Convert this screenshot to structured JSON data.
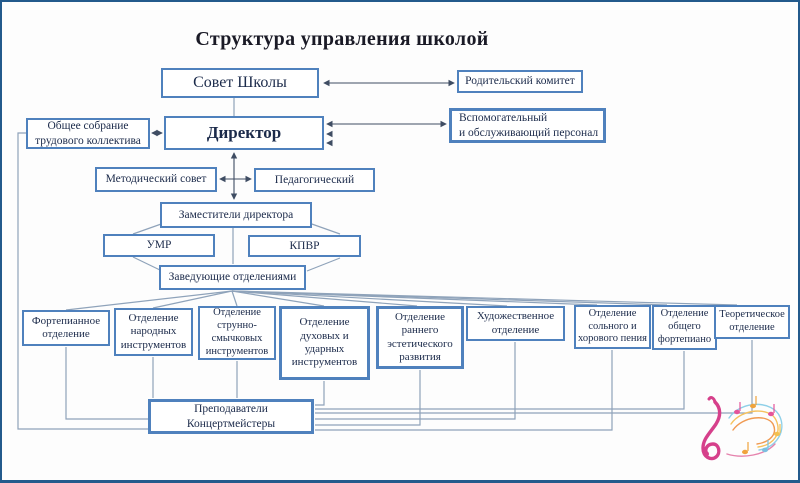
{
  "title": "Структура управления школой",
  "org": {
    "council": "Совет Школы",
    "parent_committee": "Родительский комитет",
    "general_assembly": "Общее собрание\nтрудового коллектива",
    "director": "Директор",
    "support_staff": "Вспомогательный\nи обслуживающий персонал",
    "methodical_council": "Методический совет",
    "pedagogical_council": "Педагогический",
    "deputy_directors": "Заместители директора",
    "umr": "УМР",
    "kpvr": "КПВР",
    "department_heads": "Заведующие отделениями",
    "teachers": "Преподаватели\nКонцертмейстеры"
  },
  "departments": [
    "Фортепианное\nотделение",
    "Отделение\nнародных\nинструментов",
    "Отделение\nструнно-\nсмычковых\nинструментов",
    "Отделение\nдуховых и\nударных\nинструментов",
    "Отделение\nраннего\nэстетического\nразвития",
    "Художественное\nотделение",
    "Отделение\nсольного и\nхорового пения",
    "Отделение\nобщего\nфортепиано",
    "Теоретическое\nотделение"
  ],
  "colors": {
    "box_border": "#4f81bd",
    "frame": "#235a8c",
    "connector": "#8fa3ba",
    "arrow": "#3f4d63",
    "text": "#1b2a4a",
    "clef_pink": "#d6408b"
  }
}
